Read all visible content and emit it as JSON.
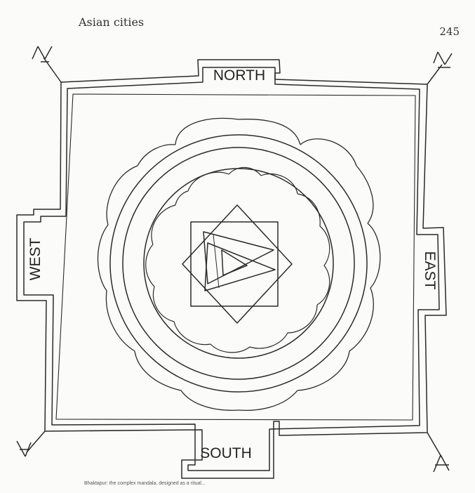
{
  "page": {
    "running_head": "Asian cities",
    "page_number": "245"
  },
  "mandala": {
    "labels": {
      "north": "NORTH",
      "south": "SOUTH",
      "east": "EAST",
      "west": "WEST"
    }
  },
  "caption": {
    "text": "Bhaktapur: the complex mandala, designed as a ritual..."
  }
}
